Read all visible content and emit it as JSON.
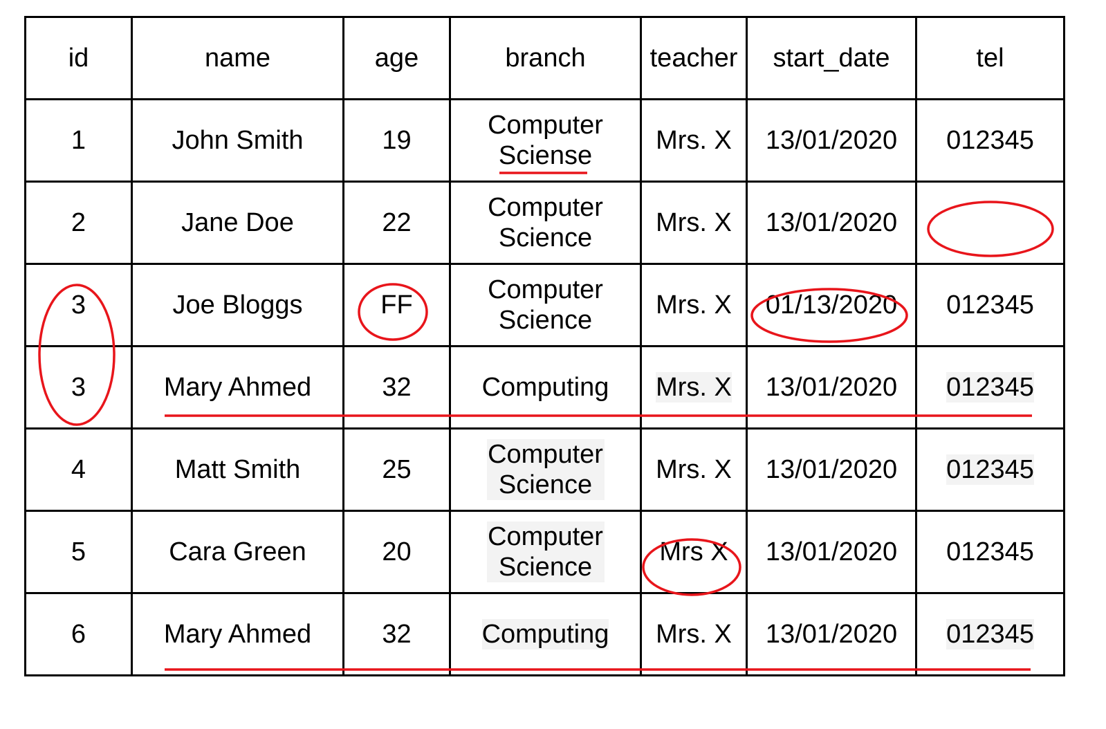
{
  "table": {
    "headers": [
      "id",
      "name",
      "age",
      "branch",
      "teacher",
      "start_date",
      "tel"
    ],
    "rows": [
      [
        "1",
        "John Smith",
        "19",
        "Computer Sciense",
        "Mrs. X",
        "13/01/2020",
        "012345"
      ],
      [
        "2",
        "Jane Doe",
        "22",
        "Computer Science",
        "Mrs. X",
        "13/01/2020",
        ""
      ],
      [
        "3",
        "Joe Bloggs",
        "FF",
        "Computer Science",
        "Mrs. X",
        "01/13/2020",
        "012345"
      ],
      [
        "3",
        "Mary Ahmed",
        "32",
        "Computing",
        "Mrs. X",
        "13/01/2020",
        "012345"
      ],
      [
        "4",
        "Matt Smith",
        "25",
        "Computer Science",
        "Mrs. X",
        "13/01/2020",
        "012345"
      ],
      [
        "5",
        "Cara Green",
        "20",
        "Computer Science",
        "Mrs X",
        "13/01/2020",
        "012345"
      ],
      [
        "6",
        "Mary Ahmed",
        "32",
        "Computing",
        "Mrs. X",
        "13/01/2020",
        "012345"
      ]
    ]
  },
  "annotation_color": "#e8151b"
}
